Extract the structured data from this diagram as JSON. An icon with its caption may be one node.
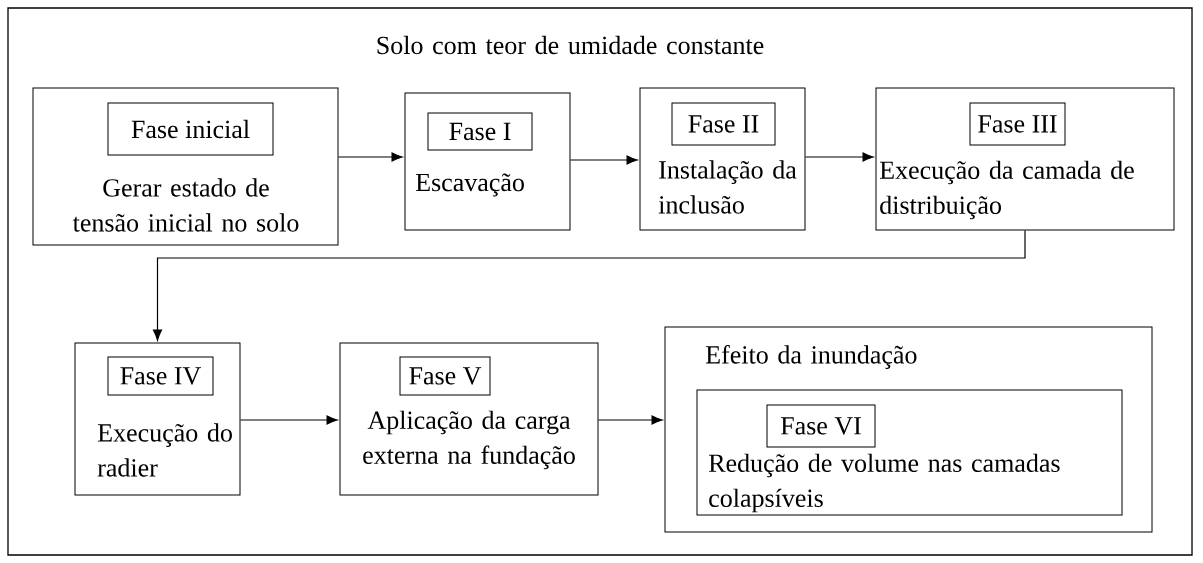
{
  "diagram": {
    "nodes": [
      {
        "text": [
          "Solo com teor de umidade constante"
        ]
      },
      {
        "text": [
          "Gerar estado de tensão inicial no solo"
        ],
        "in": 0
      },
      {
        "text": [
          "Fase inicial"
        ],
        "in": 1
      },
      {
        "text": [
          "Escavação"
        ],
        "in": 0
      },
      {
        "text": [
          "Fase I"
        ],
        "in": 3
      },
      {
        "text": [
          "Instalação da inclusão"
        ],
        "in": 0
      },
      {
        "text": [
          "Fase II"
        ],
        "in": 5
      },
      {
        "text": [
          "Execução da camada de distribuição"
        ],
        "in": 0
      },
      {
        "text": [
          "Fase III"
        ],
        "in": 7
      },
      {
        "text": [
          "Execução do radier"
        ],
        "in": 0
      },
      {
        "text": [
          "Fase IV"
        ],
        "in": 9
      },
      {
        "text": [
          "Aplicação da carga externa na fundação"
        ],
        "in": 0
      },
      {
        "text": [
          "Fase V"
        ],
        "in": 11
      },
      {
        "text": [
          "Efeito da inundação"
        ],
        "in": 0
      },
      {
        "text": [
          "Redução de volume nas camadas colapsíveis"
        ],
        "in": 13
      },
      {
        "text": [
          "Fase VI"
        ],
        "in": 14
      }
    ],
    "edges": [
      {
        "from": 1,
        "to": 3,
        "arrow": "to"
      },
      {
        "from": 3,
        "to": 5,
        "arrow": "to"
      },
      {
        "from": 5,
        "to": 7,
        "arrow": "to"
      },
      {
        "from": 7,
        "to": 9,
        "arrow": "to"
      },
      {
        "from": 9,
        "to": 11,
        "arrow": "to"
      },
      {
        "from": 11,
        "to": 13,
        "arrow": "to"
      }
    ]
  }
}
